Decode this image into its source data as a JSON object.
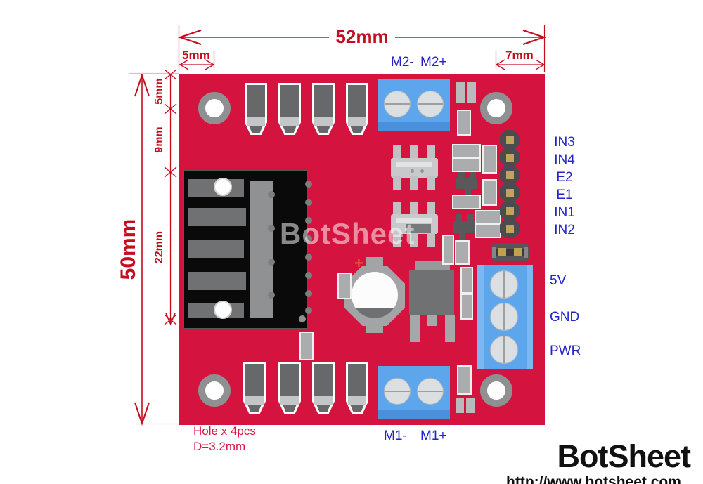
{
  "diagram": {
    "watermark": "BotSheet",
    "brand": {
      "name": "BotSheet",
      "url": "http://www.botsheet.com"
    },
    "dimensions": {
      "board_width": "52mm",
      "hole_offset_left": "5mm",
      "header_offset_right": "7mm",
      "board_height": "50mm",
      "hole_offset_top": "5mm",
      "hole_to_connector": "9mm",
      "connector_height": "22mm"
    },
    "notes": {
      "holes_line1": "Hole x 4pcs",
      "holes_line2": "D=3.2mm"
    },
    "labels": {
      "m2_minus": "M2-",
      "m2_plus": "M2+",
      "m1_minus": "M1-",
      "m1_plus": "M1+",
      "header_pins": [
        "IN3",
        "IN4",
        "E2",
        "E1",
        "IN1",
        "IN2"
      ],
      "power_pins": [
        "5V",
        "GND",
        "PWR"
      ],
      "cap_polarity": "+"
    },
    "colors": {
      "board": "#d4143e",
      "dimension_red": "#c50d20",
      "label_blue": "#2424c8",
      "terminal_blue": "#5ea6ec"
    }
  }
}
